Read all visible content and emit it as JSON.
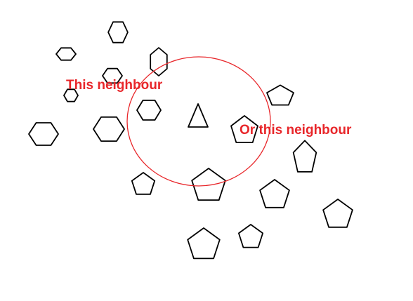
{
  "diagram": {
    "labels": {
      "this_neighbour": "This neighbour",
      "or_this_neighbour": "Or this neighbour"
    },
    "colors": {
      "background": "#ffffff",
      "shape_stroke": "#000000",
      "highlight": "#e8262a"
    },
    "query_point": {
      "shape": "triangle"
    },
    "neighbourhood": {
      "shape": "circle"
    },
    "hexagon_class": {
      "shape": "hexagon"
    },
    "pentagon_class": {
      "shape": "pentagon"
    }
  }
}
